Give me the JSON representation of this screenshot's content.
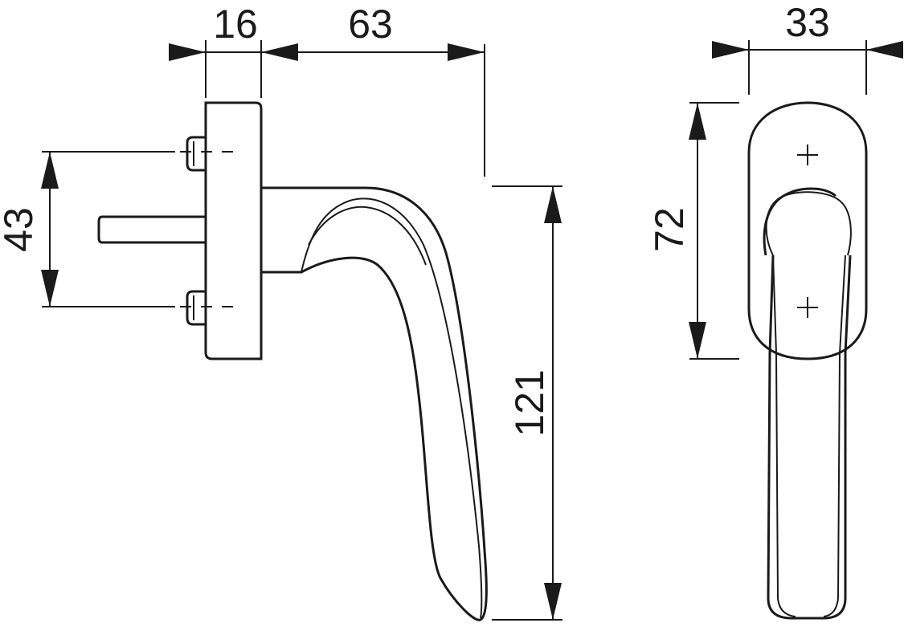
{
  "dimensions": {
    "rose_width": "16",
    "handle_projection": "63",
    "screw_spacing": "43",
    "handle_length": "121",
    "rose_length": "72",
    "rose_breadth": "33"
  }
}
